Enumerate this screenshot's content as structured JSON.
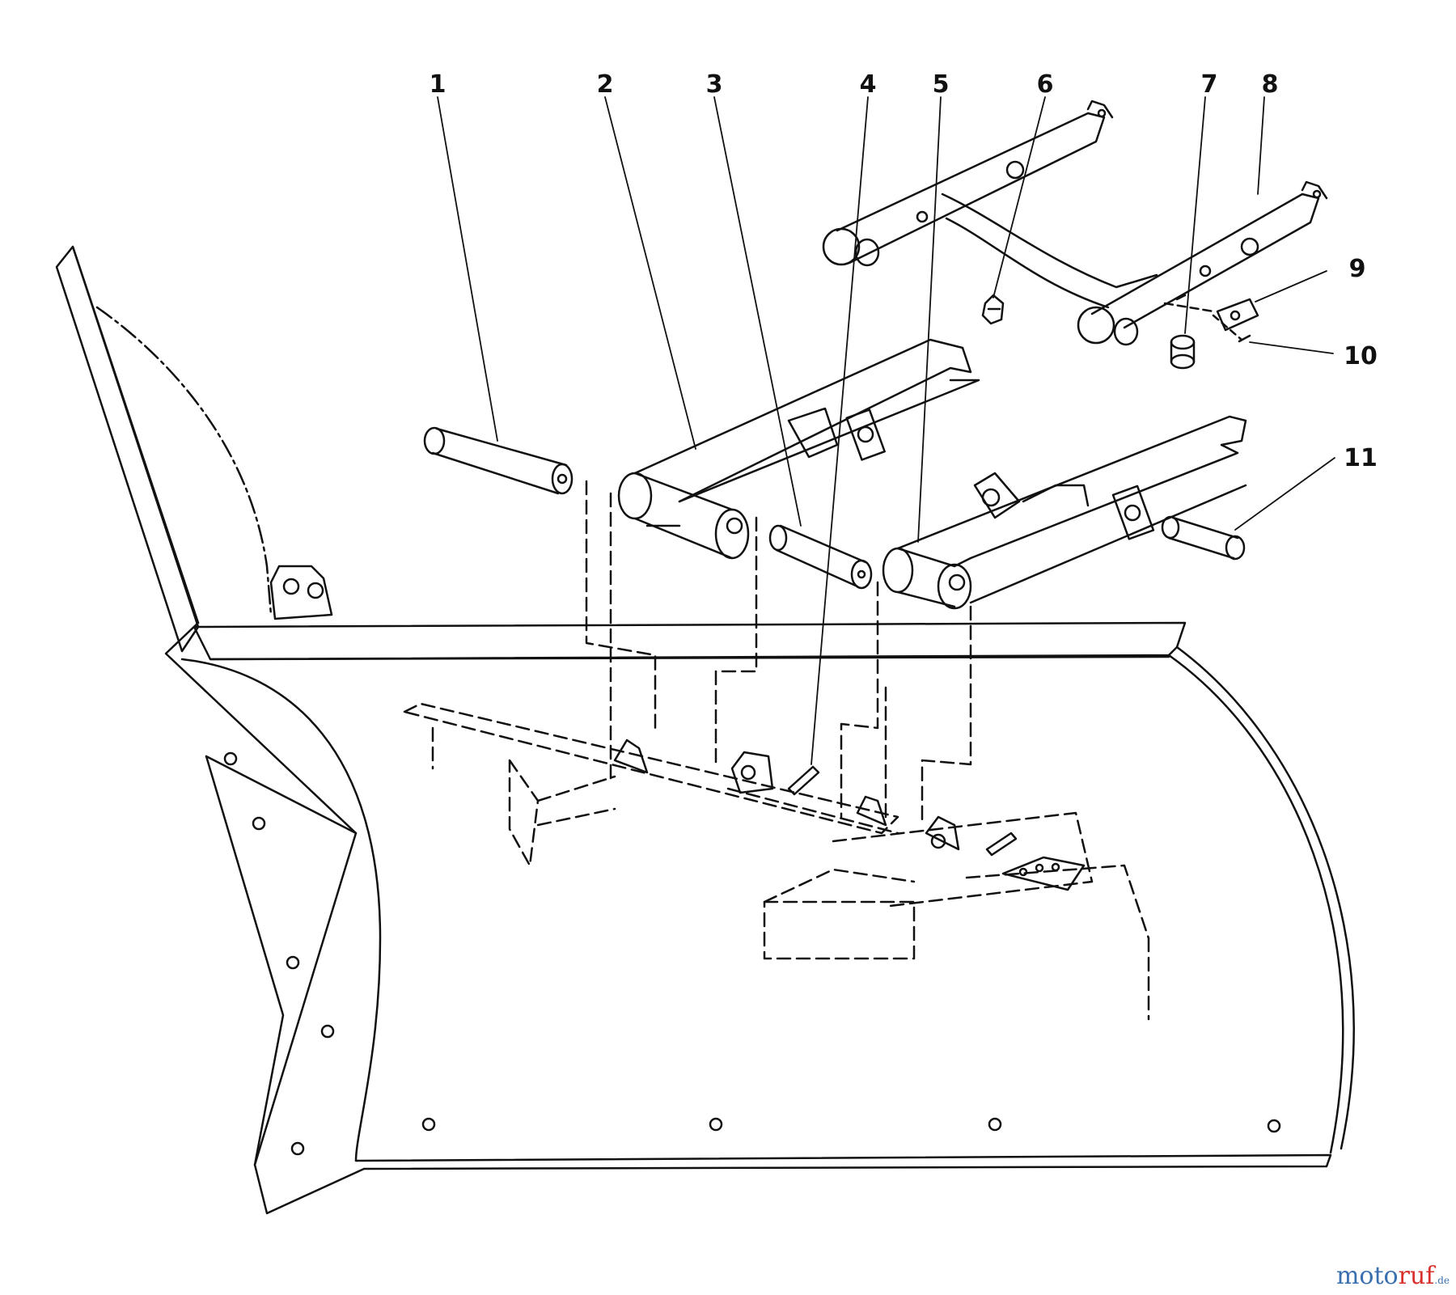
{
  "diagram": {
    "labels": [
      "1",
      "2",
      "3",
      "4",
      "5",
      "6",
      "7",
      "8",
      "9",
      "10",
      "11"
    ]
  },
  "watermark": {
    "main": "moto",
    "accent": "ruf",
    "tld": ".de"
  },
  "colors": {
    "line": "#111111",
    "background": "#ffffff",
    "watermark_blue": "#3a6fb0",
    "watermark_red": "#d9302c"
  }
}
